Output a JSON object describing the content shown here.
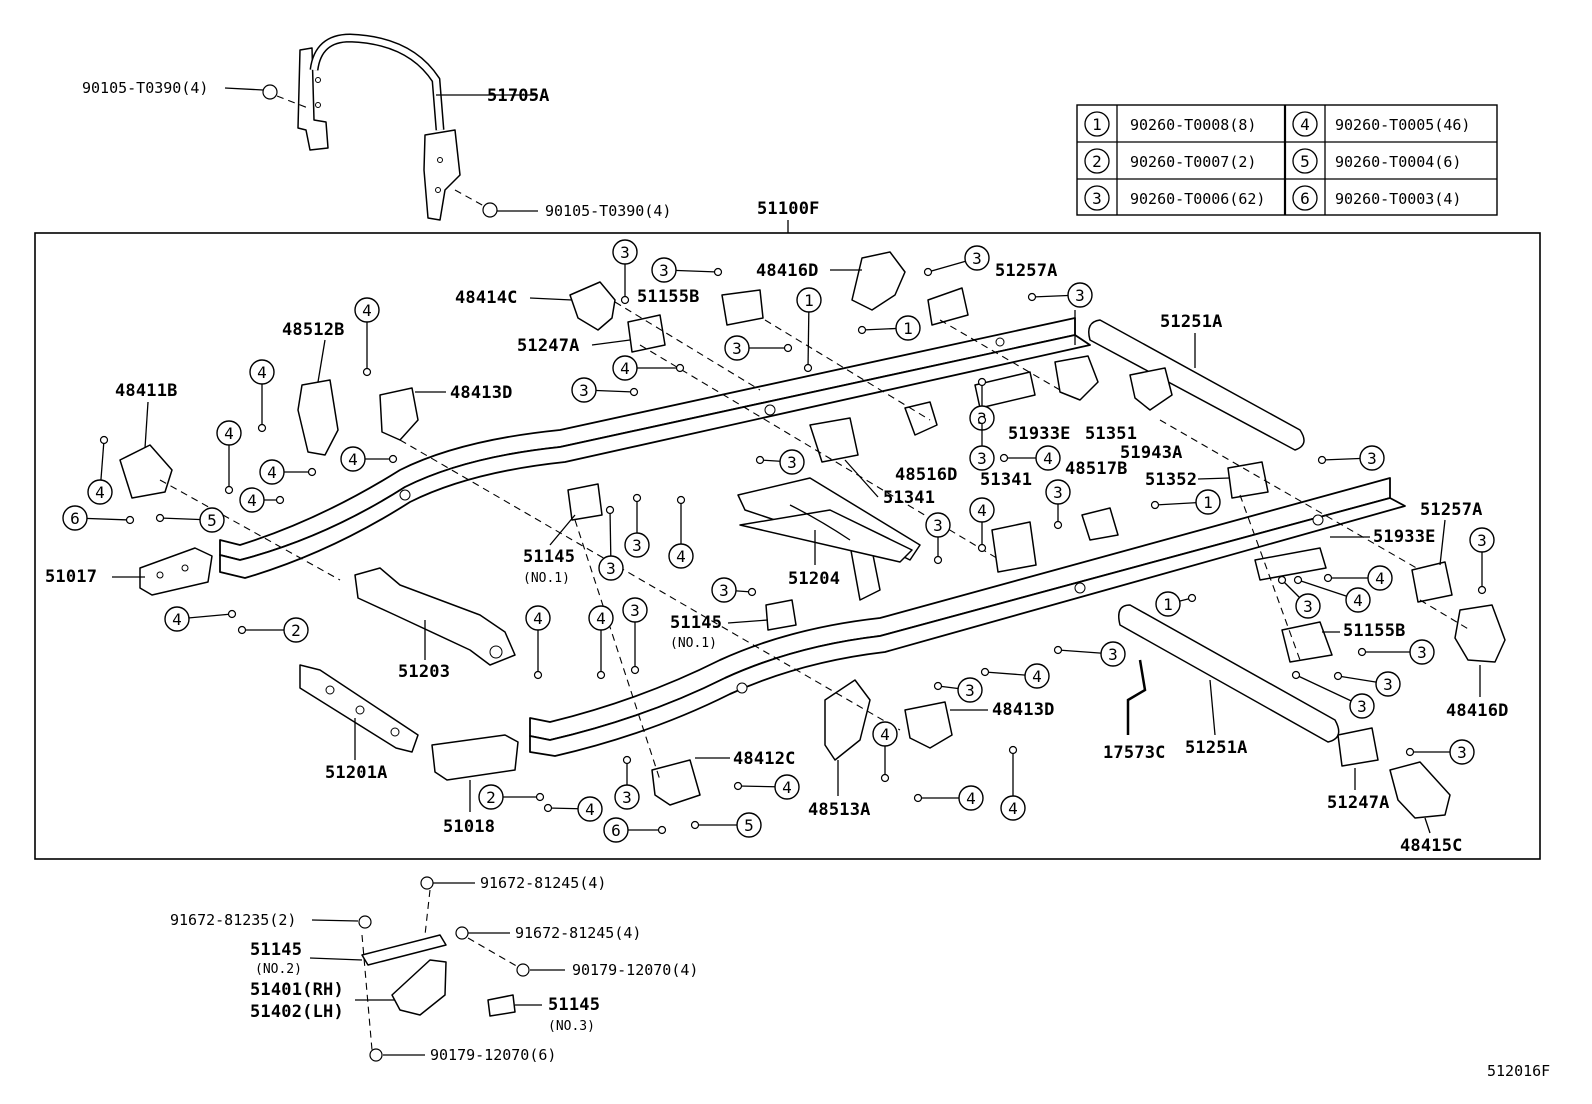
{
  "diagram": {
    "figure_code": "512016F",
    "assembly_label": "51100F",
    "legend": [
      {
        "num": "1",
        "part": "90260-T0008(8)"
      },
      {
        "num": "2",
        "part": "90260-T0007(2)"
      },
      {
        "num": "3",
        "part": "90260-T0006(62)"
      },
      {
        "num": "4",
        "part": "90260-T0005(46)"
      },
      {
        "num": "5",
        "part": "90260-T0004(6)"
      },
      {
        "num": "6",
        "part": "90260-T0003(4)"
      }
    ],
    "top_parts": {
      "bolt_left": "90105-T0390(4)",
      "bolt_right": "90105-T0390(4)",
      "guard": "51705A"
    },
    "labels": {
      "p48414C": "48414C",
      "p51155B_a": "51155B",
      "p48416D_a": "48416D",
      "p51257A_a": "51257A",
      "p51251A_a": "51251A",
      "p51247A_a": "51247A",
      "p48512B": "48512B",
      "p48413D_a": "48413D",
      "p48411B": "48411B",
      "p51933E_a": "51933E",
      "p51351": "51351",
      "p51943A": "51943A",
      "p48516D": "48516D",
      "p48517B": "48517B",
      "p51341_a": "51341",
      "p51341_b": "51341",
      "p51352": "51352",
      "p51257A_b": "51257A",
      "p51933E_b": "51933E",
      "p51017": "51017",
      "p51145_a": "51145",
      "p51145_a_sub": "(NO.1)",
      "p51204": "51204",
      "p51145_b": "51145",
      "p51145_b_sub": "(NO.1)",
      "p51155B_b": "51155B",
      "p48416D_b": "48416D",
      "p51203": "51203",
      "p48413D_b": "48413D",
      "p51251A_b": "51251A",
      "p17573C": "17573C",
      "p51201A": "51201A",
      "p48412C": "48412C",
      "p48513A": "48513A",
      "p51247A_b": "51247A",
      "p51018": "51018",
      "p48415C": "48415C"
    },
    "bottom_parts": {
      "b1": "91672-81245(4)",
      "b2": "91672-81235(2)",
      "b3": "91672-81245(4)",
      "p51145_c": "51145",
      "p51145_c_sub": "(NO.2)",
      "n1": "90179-12070(4)",
      "p51401": "51401(RH)",
      "p51402": "51402(LH)",
      "p51145_d": "51145",
      "p51145_d_sub": "(NO.3)",
      "n2": "90179-12070(6)"
    }
  }
}
